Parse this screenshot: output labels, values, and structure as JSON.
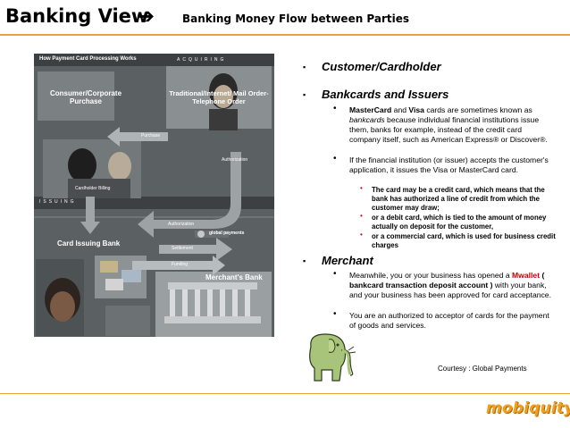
{
  "header": {
    "title": "Banking View",
    "arrow_glyph": "➔",
    "subtitle": "Banking Money Flow between Parties"
  },
  "graphic": {
    "heading": "How Payment Card Processing Works",
    "acquiring": "ACQUIRING",
    "issuing": "ISSUING",
    "consumer": "Consumer/Corporate Purchase",
    "traditional": "Traditional/Internet/ Mail Order-Telephone Order",
    "purchase": "Purchase",
    "cardholder_billing": "Cardholder Billing",
    "authorization": "Authorization",
    "authorization2": "Authorization",
    "settlement": "Settlement",
    "funding": "Funding",
    "card_issuing_bank": "Card Issuing Bank",
    "merchants_bank": "Merchant's Bank",
    "global_payments": "global payments"
  },
  "content": {
    "sections": [
      {
        "title": "Customer/Cardholder"
      },
      {
        "title": "Bankcards and Issuers"
      },
      {
        "title": "Merchant"
      }
    ],
    "issuers": {
      "p1_mastercard": "MasterCard",
      "p1_and": " and ",
      "p1_visa": "Visa",
      "p1_rest1": " cards are sometimes known as ",
      "p1_bankcards": "bankcards",
      "p1_rest2": " because individual financial institutions issue them, banks for example, instead of the credit card company itself, such as American Express® or Discover®.",
      "p2": "If the financial institution (or issuer) accepts the customer's application, it issues the Visa or MasterCard card.",
      "sub1": "The card may be a credit card, which means that the bank has authorized a line of credit from which the customer may draw;",
      "sub2": "or a debit card, which is tied to the amount of money actually on deposit for the customer,",
      "sub3": "or a commercial card, which is used for business credit charges"
    },
    "merchant": {
      "p1_a": "Meanwhile, you or your business has opened a ",
      "p1_mwallet": "Mwallet",
      "p1_b": "( bankcard transaction deposit account )",
      "p1_c": " with your bank, and your business has been approved for card acceptance.",
      "p2": "You are an authorized to acceptor of cards for the payment of goods and services."
    },
    "bullet_marks": {
      "l1": "▪",
      "l2": "•",
      "l3": "•"
    }
  },
  "courtesy": "Courtesy : Global Payments",
  "logo": "mobiquity",
  "colors": {
    "accent": "#e8a33c",
    "highlight": "#c00000",
    "logo": "#f0a020",
    "elephant": "#a8c47a"
  }
}
